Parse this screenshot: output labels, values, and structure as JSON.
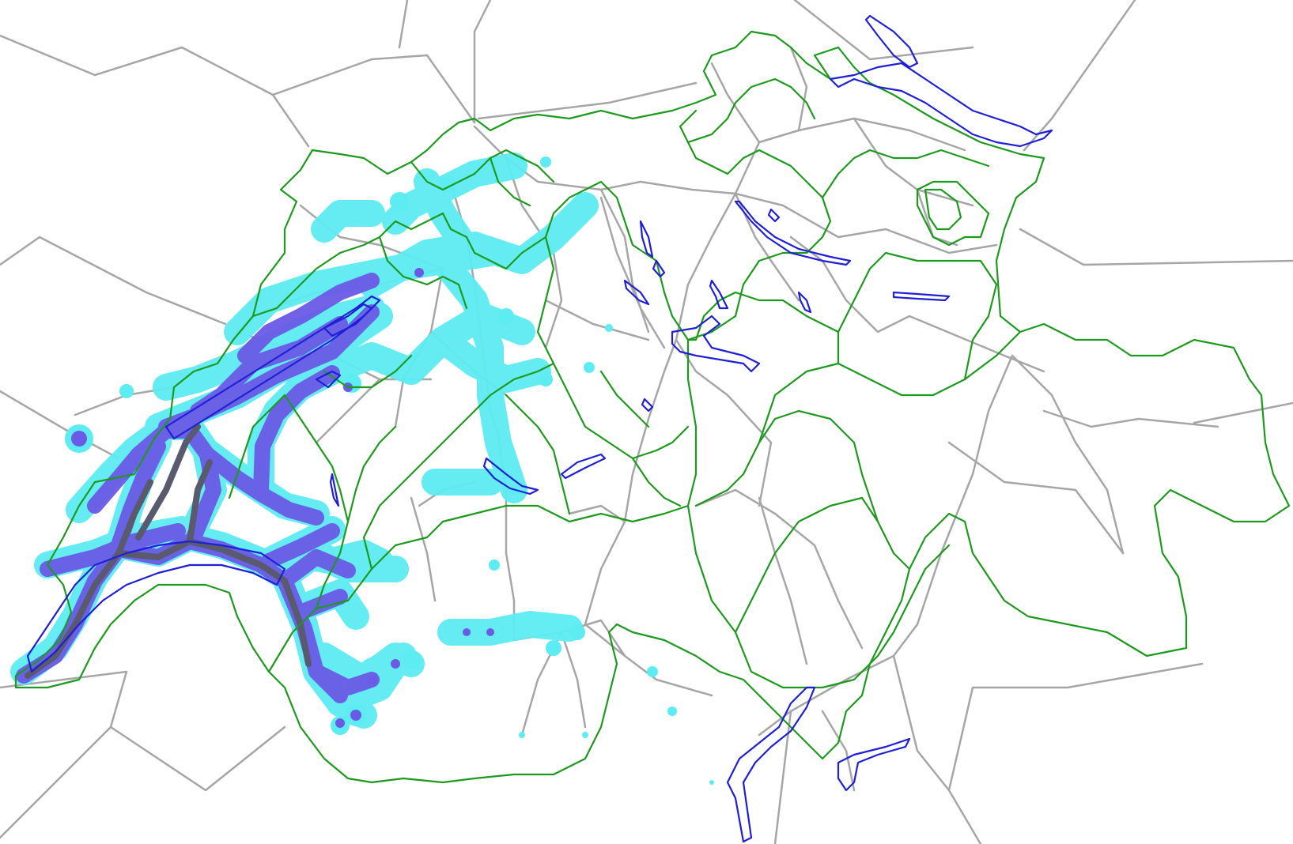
{
  "map": {
    "colors": {
      "background": "#ffffff",
      "transport_network": "#a6a6a6",
      "cantonal_borders": "#1d9a1d",
      "lakes": "#1f1fd6",
      "coverage_outer": "#5cecf2",
      "coverage_middle": "#6a5ae6",
      "coverage_inner": "#5a5a6e"
    },
    "legend": [],
    "layers": [
      {
        "id": "coverage-outer",
        "name": ""
      },
      {
        "id": "coverage-middle",
        "name": ""
      },
      {
        "id": "coverage-inner",
        "name": ""
      },
      {
        "id": "transport-network",
        "name": ""
      },
      {
        "id": "cantonal-borders",
        "name": ""
      },
      {
        "id": "lakes",
        "name": ""
      }
    ]
  }
}
